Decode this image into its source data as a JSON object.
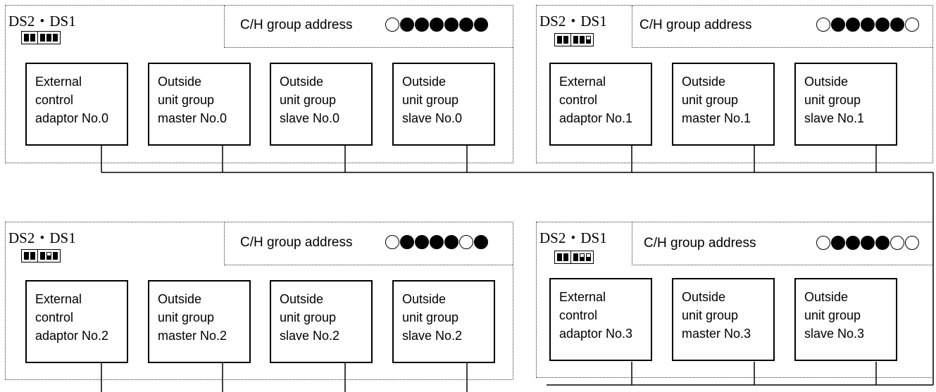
{
  "address_label": "C/H group address",
  "ds_label": "DS2・DS1",
  "groups": [
    {
      "address": [
        0,
        1,
        1,
        1,
        1,
        1,
        1
      ],
      "dip": {
        "ds2": [
          1,
          1
        ],
        "ds1": [
          1,
          1,
          1
        ]
      },
      "units": [
        [
          "External",
          "control",
          "adaptor No.0"
        ],
        [
          "Outside",
          "unit group",
          "master No.0"
        ],
        [
          "Outside",
          "unit group",
          "slave No.0"
        ],
        [
          "Outside",
          "unit group",
          "slave No.0"
        ]
      ]
    },
    {
      "address": [
        0,
        1,
        1,
        1,
        1,
        1,
        0
      ],
      "dip": {
        "ds2": [
          1,
          1
        ],
        "ds1": [
          1,
          1,
          0
        ]
      },
      "units": [
        [
          "External",
          "control",
          "adaptor No.1"
        ],
        [
          "Outside",
          "unit group",
          "master No.1"
        ],
        [
          "Outside",
          "unit group",
          "slave No.1"
        ]
      ]
    },
    {
      "address": [
        0,
        1,
        1,
        1,
        1,
        0,
        1
      ],
      "dip": {
        "ds2": [
          1,
          1
        ],
        "ds1": [
          1,
          0,
          1
        ]
      },
      "units": [
        [
          "External",
          "control",
          "adaptor No.2"
        ],
        [
          "Outside",
          "unit group",
          "master No.2"
        ],
        [
          "Outside",
          "unit group",
          "slave No.2"
        ],
        [
          "Outside",
          "unit group",
          "slave No.2"
        ]
      ]
    },
    {
      "address": [
        0,
        1,
        1,
        1,
        1,
        0,
        0
      ],
      "dip": {
        "ds2": [
          1,
          1
        ],
        "ds1": [
          1,
          0,
          0
        ]
      },
      "units": [
        [
          "External",
          "control",
          "adaptor No.3"
        ],
        [
          "Outside",
          "unit group",
          "master No.3"
        ],
        [
          "Outside",
          "unit group",
          "slave No.3"
        ]
      ]
    }
  ]
}
